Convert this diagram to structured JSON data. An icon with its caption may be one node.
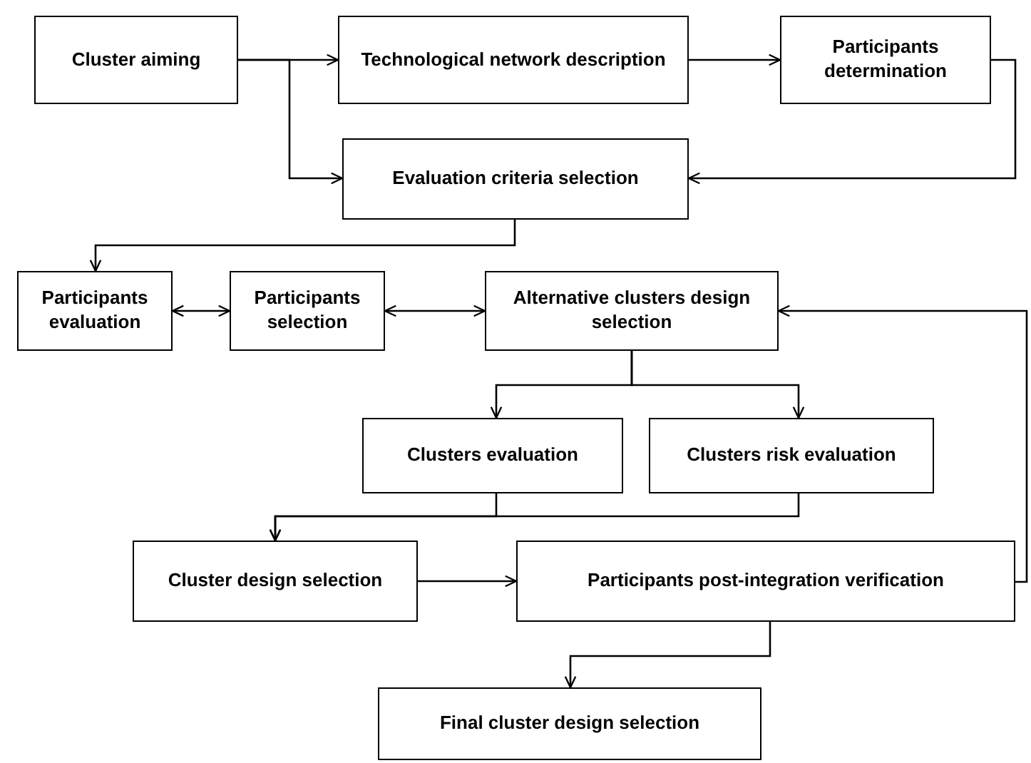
{
  "diagram": {
    "nodes": [
      {
        "text": [
          "Cluster aiming"
        ]
      },
      {
        "text": [
          "Technological network description"
        ]
      },
      {
        "text": [
          "Participants determination"
        ]
      },
      {
        "text": [
          "Evaluation criteria selection"
        ]
      },
      {
        "text": [
          "Participants evaluation"
        ]
      },
      {
        "text": [
          "Participants selection"
        ]
      },
      {
        "text": [
          "Alternative clusters design selection"
        ]
      },
      {
        "text": [
          "Clusters evaluation"
        ]
      },
      {
        "text": [
          "Clusters risk evaluation"
        ]
      },
      {
        "text": [
          "Cluster design selection"
        ]
      },
      {
        "text": [
          "Participants post-integration verification"
        ]
      },
      {
        "text": [
          "Final cluster design selection"
        ]
      }
    ],
    "edges": [
      {
        "from": 0,
        "to": 1,
        "arrow": "to"
      },
      {
        "from": 0,
        "to": 3,
        "arrow": "to"
      },
      {
        "from": 1,
        "to": 2,
        "arrow": "to"
      },
      {
        "from": 2,
        "to": 3,
        "arrow": "to"
      },
      {
        "from": 3,
        "to": 4,
        "arrow": "to"
      },
      {
        "from": 4,
        "to": 5,
        "arrow": "both"
      },
      {
        "from": 5,
        "to": 6,
        "arrow": "both"
      },
      {
        "from": 6,
        "to": 7,
        "arrow": "to"
      },
      {
        "from": 6,
        "to": 8,
        "arrow": "to"
      },
      {
        "from": 7,
        "to": 9,
        "arrow": "to"
      },
      {
        "from": 8,
        "to": 9,
        "arrow": "to"
      },
      {
        "from": 9,
        "to": 10,
        "arrow": "to"
      },
      {
        "from": 10,
        "to": 6,
        "arrow": "to"
      },
      {
        "from": 10,
        "to": 11,
        "arrow": "to"
      }
    ]
  }
}
